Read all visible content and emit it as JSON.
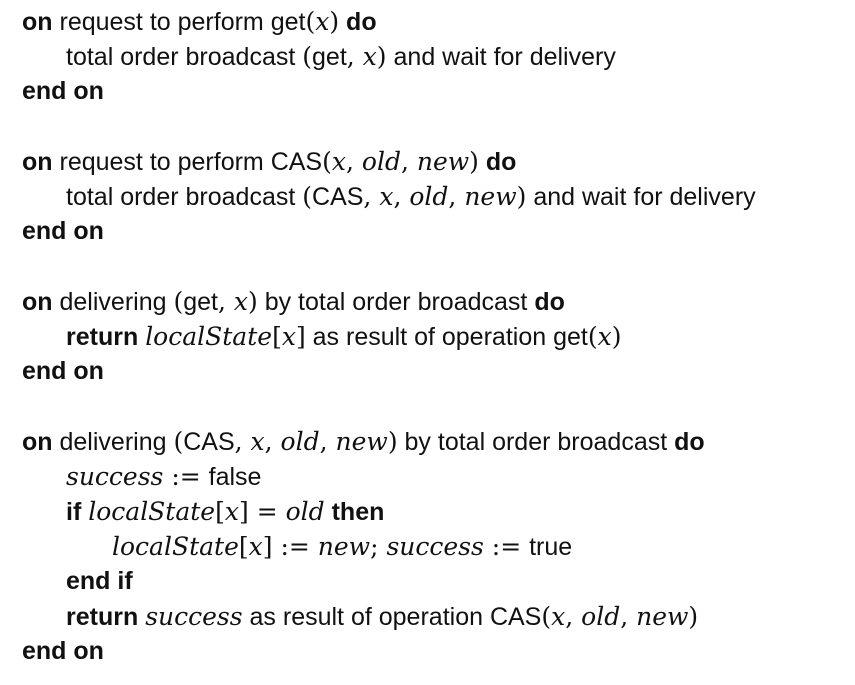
{
  "lines": [
    {
      "id": "l1",
      "indent": 0,
      "segs": [
        [
          "kw",
          "on"
        ],
        [
          "t",
          " request to perform get"
        ],
        [
          "r",
          "("
        ],
        [
          "m",
          "x"
        ],
        [
          "r",
          ")"
        ],
        [
          "t",
          " "
        ],
        [
          "kw",
          "do"
        ]
      ]
    },
    {
      "id": "l2",
      "indent": 1,
      "segs": [
        [
          "t",
          "total order broadcast "
        ],
        [
          "r",
          "("
        ],
        [
          "t",
          "get"
        ],
        [
          "r",
          ", "
        ],
        [
          "m",
          "x"
        ],
        [
          "r",
          ")"
        ],
        [
          "t",
          " and wait for delivery"
        ]
      ]
    },
    {
      "id": "l3",
      "indent": 0,
      "segs": [
        [
          "kw",
          "end on"
        ]
      ]
    },
    {
      "id": "b1",
      "blank": true
    },
    {
      "id": "l4",
      "indent": 0,
      "segs": [
        [
          "kw",
          "on"
        ],
        [
          "t",
          " request to perform CAS"
        ],
        [
          "r",
          "("
        ],
        [
          "m",
          "x"
        ],
        [
          "r",
          ", "
        ],
        [
          "m",
          "old"
        ],
        [
          "r",
          ", "
        ],
        [
          "m",
          "new"
        ],
        [
          "r",
          ")"
        ],
        [
          "t",
          " "
        ],
        [
          "kw",
          "do"
        ]
      ]
    },
    {
      "id": "l5",
      "indent": 1,
      "segs": [
        [
          "t",
          "total order broadcast "
        ],
        [
          "r",
          "("
        ],
        [
          "t",
          "CAS"
        ],
        [
          "r",
          ", "
        ],
        [
          "m",
          "x"
        ],
        [
          "r",
          ", "
        ],
        [
          "m",
          "old"
        ],
        [
          "r",
          ", "
        ],
        [
          "m",
          "new"
        ],
        [
          "r",
          ")"
        ],
        [
          "t",
          " and wait for delivery"
        ]
      ]
    },
    {
      "id": "l6",
      "indent": 0,
      "segs": [
        [
          "kw",
          "end on"
        ]
      ]
    },
    {
      "id": "b2",
      "blank": true
    },
    {
      "id": "l7",
      "indent": 0,
      "segs": [
        [
          "kw",
          "on"
        ],
        [
          "t",
          " delivering "
        ],
        [
          "r",
          "("
        ],
        [
          "t",
          "get"
        ],
        [
          "r",
          ", "
        ],
        [
          "m",
          "x"
        ],
        [
          "r",
          ")"
        ],
        [
          "t",
          " by total order broadcast "
        ],
        [
          "kw",
          "do"
        ]
      ]
    },
    {
      "id": "l8",
      "indent": 1,
      "segs": [
        [
          "kw",
          "return"
        ],
        [
          "t",
          " "
        ],
        [
          "m",
          "localState"
        ],
        [
          "r",
          "["
        ],
        [
          "m",
          "x"
        ],
        [
          "r",
          "]"
        ],
        [
          "t",
          " as result of operation get"
        ],
        [
          "r",
          "("
        ],
        [
          "m",
          "x"
        ],
        [
          "r",
          ")"
        ]
      ]
    },
    {
      "id": "l9",
      "indent": 0,
      "segs": [
        [
          "kw",
          "end on"
        ]
      ]
    },
    {
      "id": "b3",
      "blank": true
    },
    {
      "id": "l10",
      "indent": 0,
      "segs": [
        [
          "kw",
          "on"
        ],
        [
          "t",
          " delivering "
        ],
        [
          "r",
          "("
        ],
        [
          "t",
          "CAS"
        ],
        [
          "r",
          ", "
        ],
        [
          "m",
          "x"
        ],
        [
          "r",
          ", "
        ],
        [
          "m",
          "old"
        ],
        [
          "r",
          ", "
        ],
        [
          "m",
          "new"
        ],
        [
          "r",
          ")"
        ],
        [
          "t",
          " by total order broadcast "
        ],
        [
          "kw",
          "do"
        ]
      ]
    },
    {
      "id": "l11",
      "indent": 1,
      "segs": [
        [
          "m",
          "success"
        ],
        [
          "r",
          " := "
        ],
        [
          "t",
          "false"
        ]
      ]
    },
    {
      "id": "l12",
      "indent": 1,
      "segs": [
        [
          "kw",
          "if"
        ],
        [
          "t",
          " "
        ],
        [
          "m",
          "localState"
        ],
        [
          "r",
          "["
        ],
        [
          "m",
          "x"
        ],
        [
          "r",
          "]"
        ],
        [
          "r",
          " = "
        ],
        [
          "m",
          "old"
        ],
        [
          "t",
          " "
        ],
        [
          "kw",
          "then"
        ]
      ]
    },
    {
      "id": "l13",
      "indent": 2,
      "segs": [
        [
          "m",
          "localState"
        ],
        [
          "r",
          "["
        ],
        [
          "m",
          "x"
        ],
        [
          "r",
          "]"
        ],
        [
          "r",
          " := "
        ],
        [
          "m",
          "new"
        ],
        [
          "r",
          "; "
        ],
        [
          "m",
          "success"
        ],
        [
          "r",
          " := "
        ],
        [
          "t",
          "true"
        ]
      ]
    },
    {
      "id": "l14",
      "indent": 1,
      "segs": [
        [
          "kw",
          "end if"
        ]
      ]
    },
    {
      "id": "l15",
      "indent": 1,
      "segs": [
        [
          "kw",
          "return"
        ],
        [
          "t",
          " "
        ],
        [
          "m",
          "success"
        ],
        [
          "t",
          " as result of operation CAS"
        ],
        [
          "r",
          "("
        ],
        [
          "m",
          "x"
        ],
        [
          "r",
          ", "
        ],
        [
          "m",
          "old"
        ],
        [
          "r",
          ", "
        ],
        [
          "m",
          "new"
        ],
        [
          "r",
          ")"
        ]
      ]
    },
    {
      "id": "l16",
      "indent": 0,
      "segs": [
        [
          "kw",
          "end on"
        ]
      ]
    }
  ]
}
